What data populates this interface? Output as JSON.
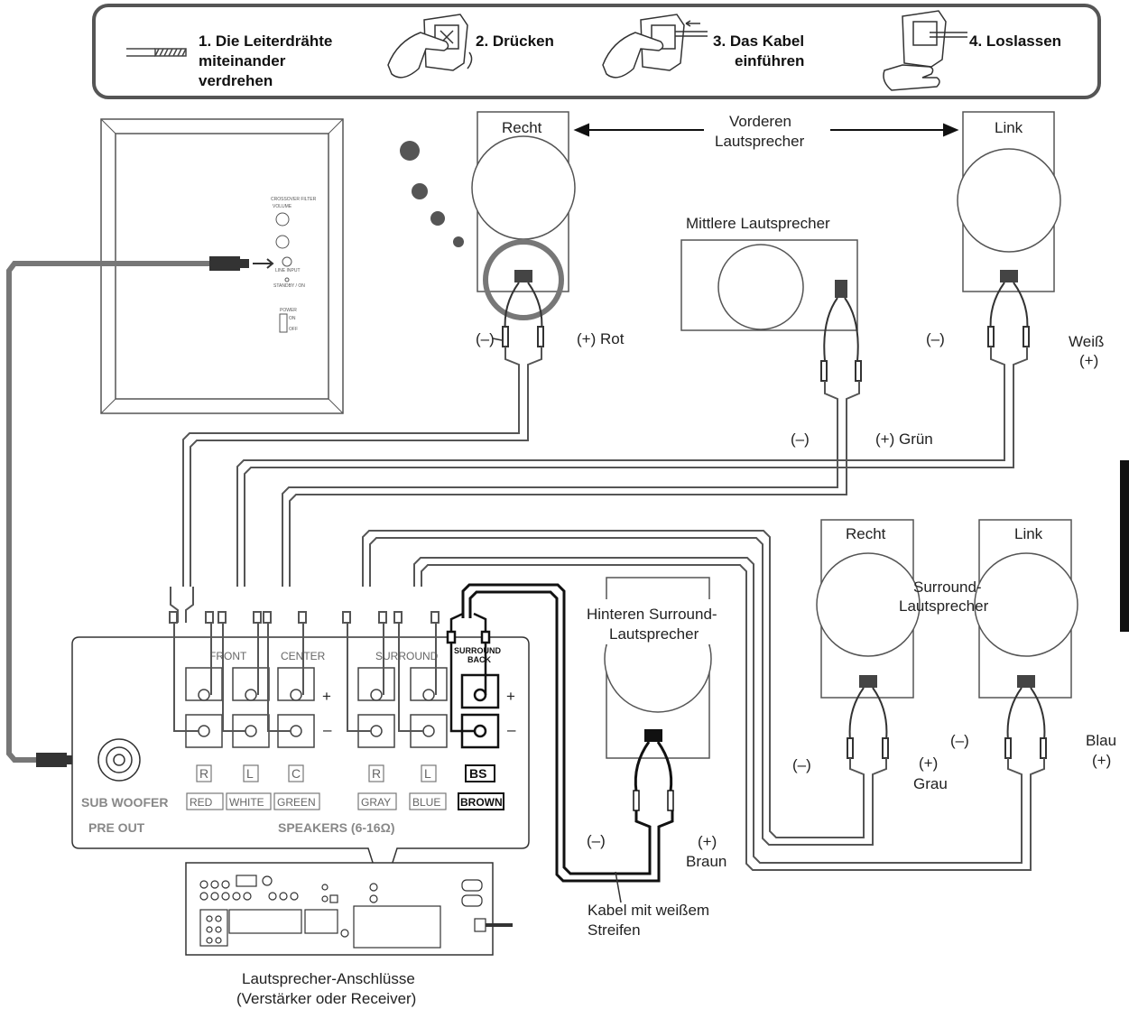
{
  "steps": [
    {
      "line1": "1. Die Leiterdrähte",
      "line2": "miteinander",
      "line3": "verdrehen"
    },
    {
      "line1": "2. Drücken"
    },
    {
      "line1": "3. Das Kabel",
      "line2": "einführen"
    },
    {
      "line1": "4. Loslassen"
    }
  ],
  "front": {
    "right": "Recht",
    "left": "Link",
    "caption_line1": "Vorderen",
    "caption_line2": "Lautsprecher",
    "right_neg": "(–)",
    "right_pos": "(+) Rot",
    "left_neg": "(–)",
    "left_pos_line1": "Weiß",
    "left_pos_line2": "(+)"
  },
  "center": {
    "title": "Mittlere Lautsprecher",
    "neg": "(–)",
    "pos": "(+) Grün"
  },
  "surround": {
    "right": "Recht",
    "left": "Link",
    "caption_line1": "Surround-",
    "caption_line2": "Lautsprecher",
    "right_neg": "(–)",
    "right_pos_line1": "(+)",
    "right_pos_line2": "Grau",
    "left_neg": "(–)",
    "left_pos_line1": "Blau",
    "left_pos_line2": "(+)"
  },
  "surround_back": {
    "title_line1": "Hinteren Surround-",
    "title_line2": "Lautsprecher",
    "neg": "(–)",
    "pos_line1": "(+)",
    "pos_line2": "Braun"
  },
  "cable_note": {
    "line1": "Kabel mit weißem",
    "line2": "Streifen"
  },
  "terminal_panel": {
    "groups": {
      "front": "FRONT",
      "center": "CENTER",
      "surround": "SURROUND",
      "surround_back_line1": "SURROUND",
      "surround_back_line2": "BACK"
    },
    "plus": "+",
    "minus": "–",
    "letters": [
      "R",
      "L",
      "C",
      "R",
      "L",
      "BS"
    ],
    "colors": [
      "RED",
      "WHITE",
      "GREEN",
      "GRAY",
      "BLUE",
      "BROWN"
    ],
    "sub_woofer": "SUB WOOFER",
    "pre_out": "PRE OUT",
    "speakers": "SPEAKERS (6-16Ω)"
  },
  "subwoofer_panel": {
    "crossover": "CROSSOVER FILTER",
    "volume": "VOLUME",
    "line_input": "LINE INPUT",
    "standby": "STANDBY / ON",
    "power": "POWER",
    "on": "ON",
    "off": "OFF"
  },
  "bottom_caption": {
    "line1": "Lautsprecher-Anschlüsse",
    "line2": "(Verstärker oder Receiver)"
  },
  "colors": {
    "line": "#555555",
    "fill_gray": "#777777",
    "dark": "#111111"
  }
}
